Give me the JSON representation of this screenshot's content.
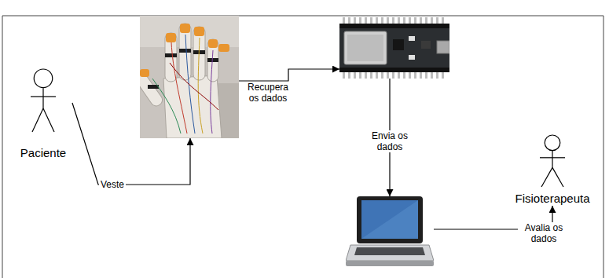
{
  "diagram": {
    "nodes": [
      {
        "text": [
          "Paciente"
        ]
      },
      {
        "text": []
      },
      {
        "text": []
      },
      {
        "text": []
      },
      {
        "text": [
          "Fisioterapeuta"
        ]
      }
    ],
    "edges": [
      {
        "from": 0,
        "to": 1,
        "label": "Veste",
        "arrow": "to"
      },
      {
        "from": 1,
        "to": 2,
        "label": "Recupera os dados",
        "arrow": "to"
      },
      {
        "from": 2,
        "to": 3,
        "label": "Envia os dados",
        "arrow": "to"
      },
      {
        "from": 3,
        "to": 4,
        "label": "Avalia os dados",
        "arrow": "to"
      }
    ]
  }
}
